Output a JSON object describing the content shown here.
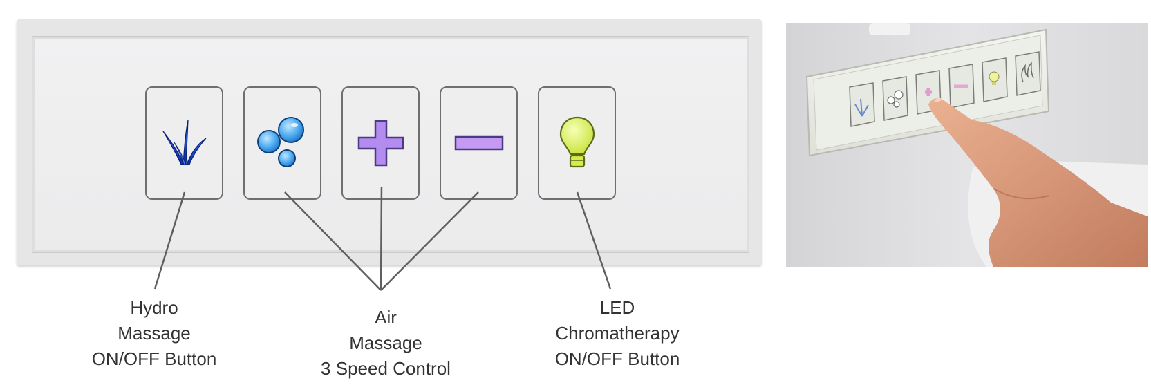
{
  "panel": {
    "buttons": [
      {
        "id": "hydro",
        "icon": "water-jet-icon",
        "color": "#1f4fd1"
      },
      {
        "id": "air",
        "icon": "air-bubbles-icon",
        "color": "#3aa0e8"
      },
      {
        "id": "plus",
        "icon": "plus-icon",
        "color": "#b48cf0"
      },
      {
        "id": "minus",
        "icon": "minus-icon",
        "color": "#c49af2"
      },
      {
        "id": "led",
        "icon": "light-bulb-icon",
        "color": "#d6ec4a"
      }
    ]
  },
  "labels": {
    "hydro": [
      "Hydro",
      "Massage",
      "ON/OFF Button"
    ],
    "air": [
      "Air",
      "Massage",
      "3 Speed Control"
    ],
    "led": [
      "LED",
      "Chromatherapy",
      "ON/OFF Button"
    ]
  },
  "photo": {
    "buttons": [
      "water-jet-icon",
      "air-bubbles-icon",
      "plus-icon",
      "minus-icon",
      "light-bulb-icon",
      "flame-icon"
    ]
  }
}
